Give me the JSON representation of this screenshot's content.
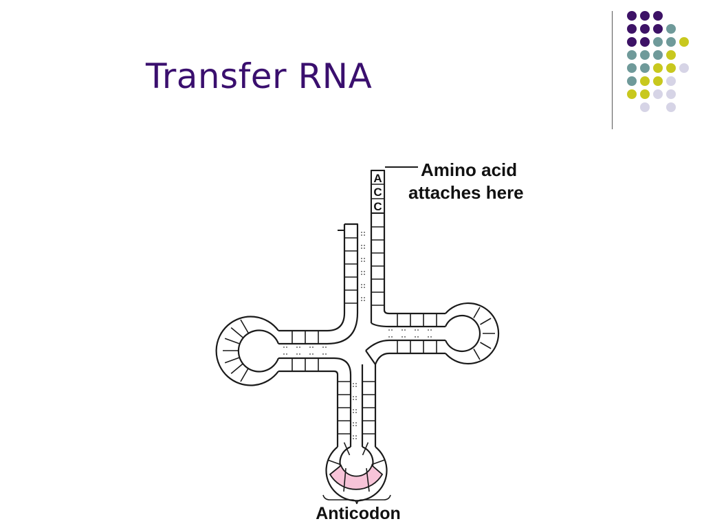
{
  "slide": {
    "title": "Transfer RNA"
  },
  "diagram": {
    "acceptor_bases": [
      "A",
      "C",
      "C"
    ],
    "amino_label_line1": "Amino acid",
    "amino_label_line2": "attaches here",
    "anticodon_label": "Anticodon"
  },
  "colors": {
    "title": "#3a0f6e",
    "dot_purple": "#3d1266",
    "dot_teal": "#6f9a9a",
    "dot_yellow": "#c8c81e",
    "dot_lavender": "#d6d4e6",
    "anticodon_fill": "#f7c4d8"
  }
}
